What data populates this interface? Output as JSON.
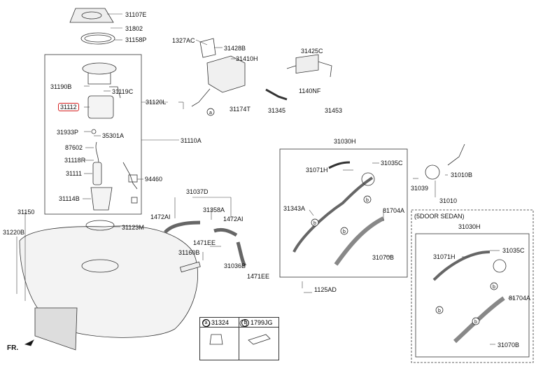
{
  "labels": {
    "p31107E": "31107E",
    "p31802": "31802",
    "p31158P": "31158P",
    "p1327AC": "1327AC",
    "p31428B": "31428B",
    "p31410H": "31410H",
    "p31425C": "31425C",
    "p31190B": "31190B",
    "p31119C": "31119C",
    "p31112": "31112",
    "p31120L": "31120L",
    "p1140NF": "1140NF",
    "p31174T": "31174T",
    "p31345": "31345",
    "p31453": "31453",
    "p31933P": "31933P",
    "p35301A": "35301A",
    "p31110A": "31110A",
    "p87602": "87602",
    "p31118R": "31118R",
    "p31111": "31111",
    "p94460": "94460",
    "p31114B": "31114B",
    "p31030H": "31030H",
    "p31035C": "31035C",
    "p31071H": "31071H",
    "p31039": "31039",
    "p31010B": "31010B",
    "p31010": "31010",
    "p31037D": "31037D",
    "p1472AI_a": "1472AI",
    "p31358A": "31358A",
    "p1472AI_b": "1472AI",
    "p31343A": "31343A",
    "p81704A": "81704A",
    "p31150": "31150",
    "p31220B": "31220B",
    "p31123M": "31123M",
    "p31160B": "31160B",
    "p1471EE_a": "1471EE",
    "p31036B": "31036B",
    "p1471EE_b": "1471EE",
    "p31070B": "31070B",
    "p1125AD": "1125AD",
    "p5door": "(5DOOR SEDAN)",
    "p31030H_b": "31030H",
    "p31071H_b": "31071H",
    "p31035C_b": "31035C",
    "p81704A_b": "81704A",
    "p31070B_b": "31070B",
    "fr": "FR."
  },
  "legend": {
    "a_mark": "a",
    "a_part": "31324",
    "b_mark": "b",
    "b_part": "1799JG"
  },
  "markers": {
    "a": "a",
    "b": "b"
  },
  "highlight_color": "#d62020"
}
